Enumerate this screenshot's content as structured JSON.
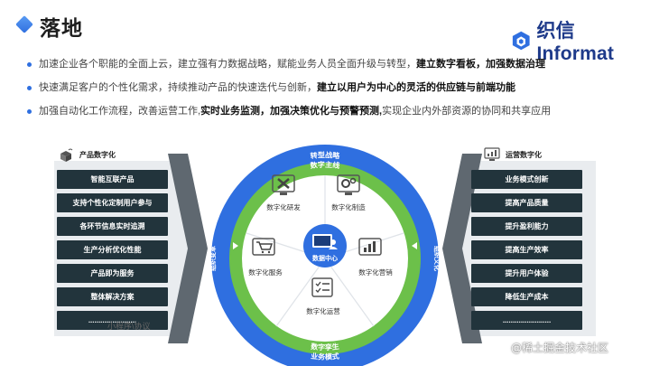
{
  "header": {
    "title": "落地",
    "brand_name": "织信 Informat",
    "brand_icon": "hexagon-logo-icon"
  },
  "bullets": [
    {
      "segments": [
        {
          "text": "加速企业各个职能的全面上云，建立强有力数据战略，赋能业务人员全面升级与转型，",
          "bold": false
        },
        {
          "text": "建立数字看板，加强数据治理",
          "bold": true
        }
      ]
    },
    {
      "segments": [
        {
          "text": "快速满足客户的个性化需求，持续推动产品的快速迭代与创新，",
          "bold": false
        },
        {
          "text": "建立以用户为中心的灵活的供应链与前端功能",
          "bold": true
        }
      ]
    },
    {
      "segments": [
        {
          "text": "加强自动化工作流程，改善运营工作,",
          "bold": false
        },
        {
          "text": "实时业务监测，加强决策优化与预警预测,",
          "bold": true
        },
        {
          "text": "实现企业内外部资源的协同和共享应用",
          "bold": false
        }
      ]
    }
  ],
  "left_panel": {
    "title": "产品数字化",
    "items": [
      "智能互联产品",
      "支持个性化定制用户参与",
      "各环节信息实时追溯",
      "生产分析优化性能",
      "产品即为服务",
      "整体解决方案",
      "........................"
    ]
  },
  "right_panel": {
    "title": "运营数字化",
    "items": [
      "业务模式创新",
      "提高产品质量",
      "提升盈利能力",
      "提高生产效率",
      "提升用户体验",
      "降低生产成本",
      "........................"
    ]
  },
  "diagram": {
    "outer_top": "转型战略",
    "outer_bottom": "业务模式",
    "outer_left": "组织变革",
    "outer_right": "组织文化",
    "inner_top": "数字主线",
    "inner_bottom": "数字孪生",
    "center": "数据中心",
    "segments": [
      "数字化研发",
      "数字化制造",
      "数字化营销",
      "数字化运营",
      "数字化服务"
    ]
  },
  "stray_text": "小程序\\协议",
  "watermark": "@稀土掘金技术社区",
  "colors": {
    "accent": "#2f6fe0",
    "green": "#6cc04a",
    "dark": "#22343c",
    "panel": "#e9ecef"
  }
}
